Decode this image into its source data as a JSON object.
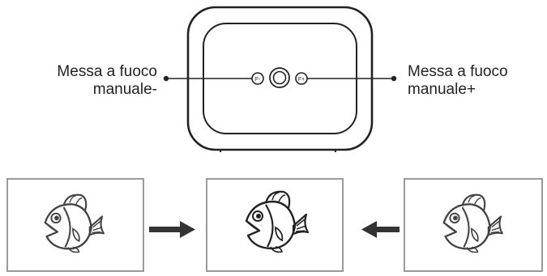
{
  "labels": {
    "left": {
      "line1": "Messa a fuoco",
      "line2": "manuale-"
    },
    "right": {
      "line1": "Messa a fuoco",
      "line2": "manuale+"
    }
  },
  "buttons": {
    "minus": "F-",
    "plus": "F+"
  },
  "panels": [
    {
      "state": "blurry"
    },
    {
      "state": "sharp"
    },
    {
      "state": "blurry"
    }
  ],
  "colors": {
    "line": "#222222",
    "frame": "#9a9a9a",
    "arrow": "#333333"
  }
}
